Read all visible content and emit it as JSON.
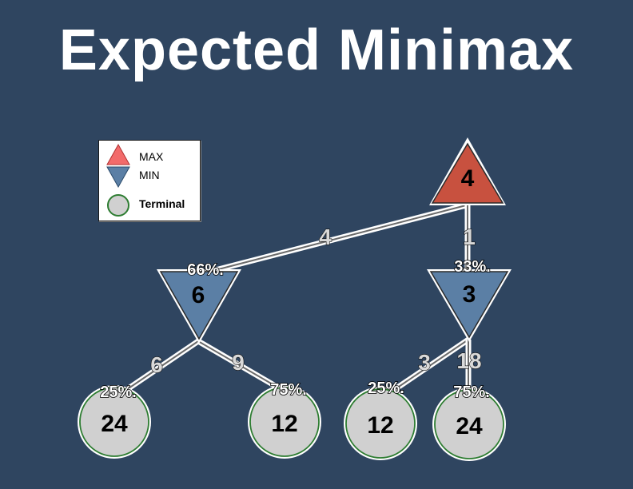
{
  "title": "Expected Minimax",
  "legend": {
    "max_label": "MAX",
    "min_label": "MIN",
    "terminal_label": "Terminal"
  },
  "colors": {
    "background": "#2f4560",
    "max": "#c8513f",
    "min": "#5b7fa5",
    "terminal": "#d0d0d0",
    "terminal_border": "#2e7d32"
  },
  "tree": {
    "root": {
      "type": "max",
      "value": "4"
    },
    "root_to_left_label": "4",
    "root_to_right_label": "1",
    "left": {
      "type": "min",
      "value": "6",
      "probability": "66%.",
      "children": [
        {
          "type": "terminal",
          "value": "24",
          "probability": "25%.",
          "edge_label": "6"
        },
        {
          "type": "terminal",
          "value": "12",
          "probability": "75%.",
          "edge_label": "9"
        }
      ]
    },
    "right": {
      "type": "min",
      "value": "3",
      "probability": "33%.",
      "children": [
        {
          "type": "terminal",
          "value": "12",
          "probability": "25%.",
          "edge_label": "3"
        },
        {
          "type": "terminal",
          "value": "24",
          "probability": "75%.",
          "edge_label": "18"
        }
      ]
    }
  }
}
